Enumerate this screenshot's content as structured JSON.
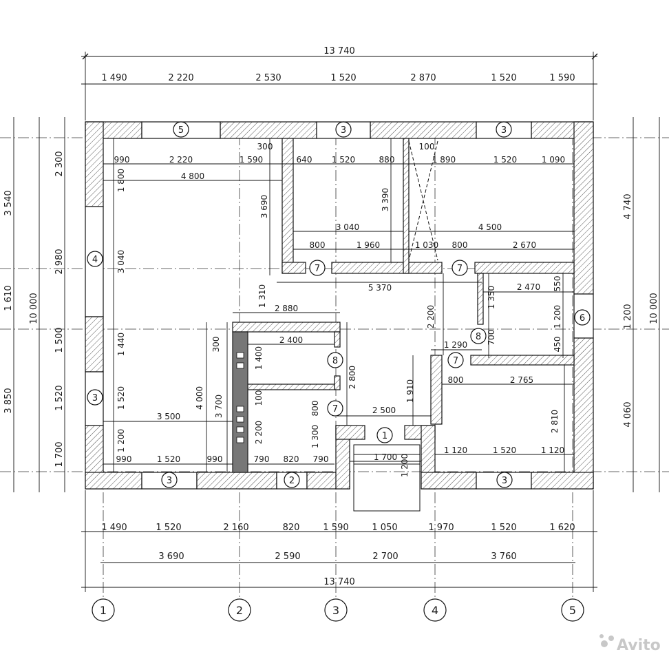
{
  "total": {
    "top": "13 740",
    "bottom": "13 740",
    "left": "10 000",
    "right": "10 000"
  },
  "top_segments": [
    "1 490",
    "2 220",
    "2 530",
    "1 520",
    "2 870",
    "1 520",
    "1 590"
  ],
  "bottom_segments": [
    "1 490",
    "1 520",
    "2 160",
    "820",
    "1 590",
    "1 050",
    "1 970",
    "1 520",
    "1 620"
  ],
  "axis_spacing": [
    "3 690",
    "2 590",
    "2 700",
    "3 760"
  ],
  "left_outer": [
    "3 540",
    "1 610",
    "3 850"
  ],
  "left_inner": [
    "2 300",
    "2 980",
    "1 500",
    "1 520",
    "1 700"
  ],
  "right_segments": [
    "4 740",
    "1 200",
    "4 060"
  ],
  "axes": [
    "1",
    "2",
    "3",
    "4",
    "5"
  ],
  "room_dims": {
    "d990a": "990",
    "d2220": "2 220",
    "d1590": "1 590",
    "d300": "300",
    "d640": "640",
    "d1520a": "1 520",
    "d880": "880",
    "d100a": "100",
    "d1890": "1 890",
    "d1520b": "1 520",
    "d1090": "1 090",
    "d1800": "1 800",
    "d4800": "4 800",
    "d3690": "3 690",
    "d3390": "3 390",
    "d3040h": "3 040",
    "d4500": "4 500",
    "d800a": "800",
    "d1960": "1 960",
    "d1030": "1 030",
    "d800b": "800",
    "d2670": "2 670",
    "d3040v": "3 040",
    "d5370": "5 370",
    "d1310": "1 310",
    "d2880": "2 880",
    "d2470": "2 470",
    "d550": "550",
    "d1350": "1 350",
    "d1200r": "1 200",
    "d2200": "2 200",
    "d2400": "2 400",
    "d300b": "300",
    "d1400": "1 400",
    "d100b": "100",
    "d2800": "2 800",
    "d1290": "1 290",
    "d700": "700",
    "d450": "450",
    "d1440": "1 440",
    "d4000": "4 000",
    "d3700": "3 700",
    "d800c": "800",
    "d2765": "2 765",
    "d1910": "1 910",
    "d1520c": "1 520",
    "d3500": "3 500",
    "d800d": "800",
    "d2500": "2 500",
    "d2810": "2 810",
    "d2200b": "2 200",
    "d1300": "1 300",
    "d1200a": "1 200",
    "d1700": "1 700",
    "d1200b": "1 200",
    "d990b": "990",
    "d1520d": "1 520",
    "d990c": "990",
    "d790a": "790",
    "d820": "820",
    "d790b": "790",
    "d1120a": "1 120",
    "d1520e": "1 520",
    "d1120b": "1 120"
  },
  "markers": {
    "m5": "5",
    "m3a": "3",
    "m3b": "3",
    "m4": "4",
    "m3c": "3",
    "m6": "6",
    "m7a": "7",
    "m7b": "7",
    "m7c": "7",
    "m7d": "7",
    "m8a": "8",
    "m8b": "8",
    "m1": "1",
    "m3d": "3",
    "m2": "2",
    "m3e": "3"
  },
  "watermark": "Avito"
}
